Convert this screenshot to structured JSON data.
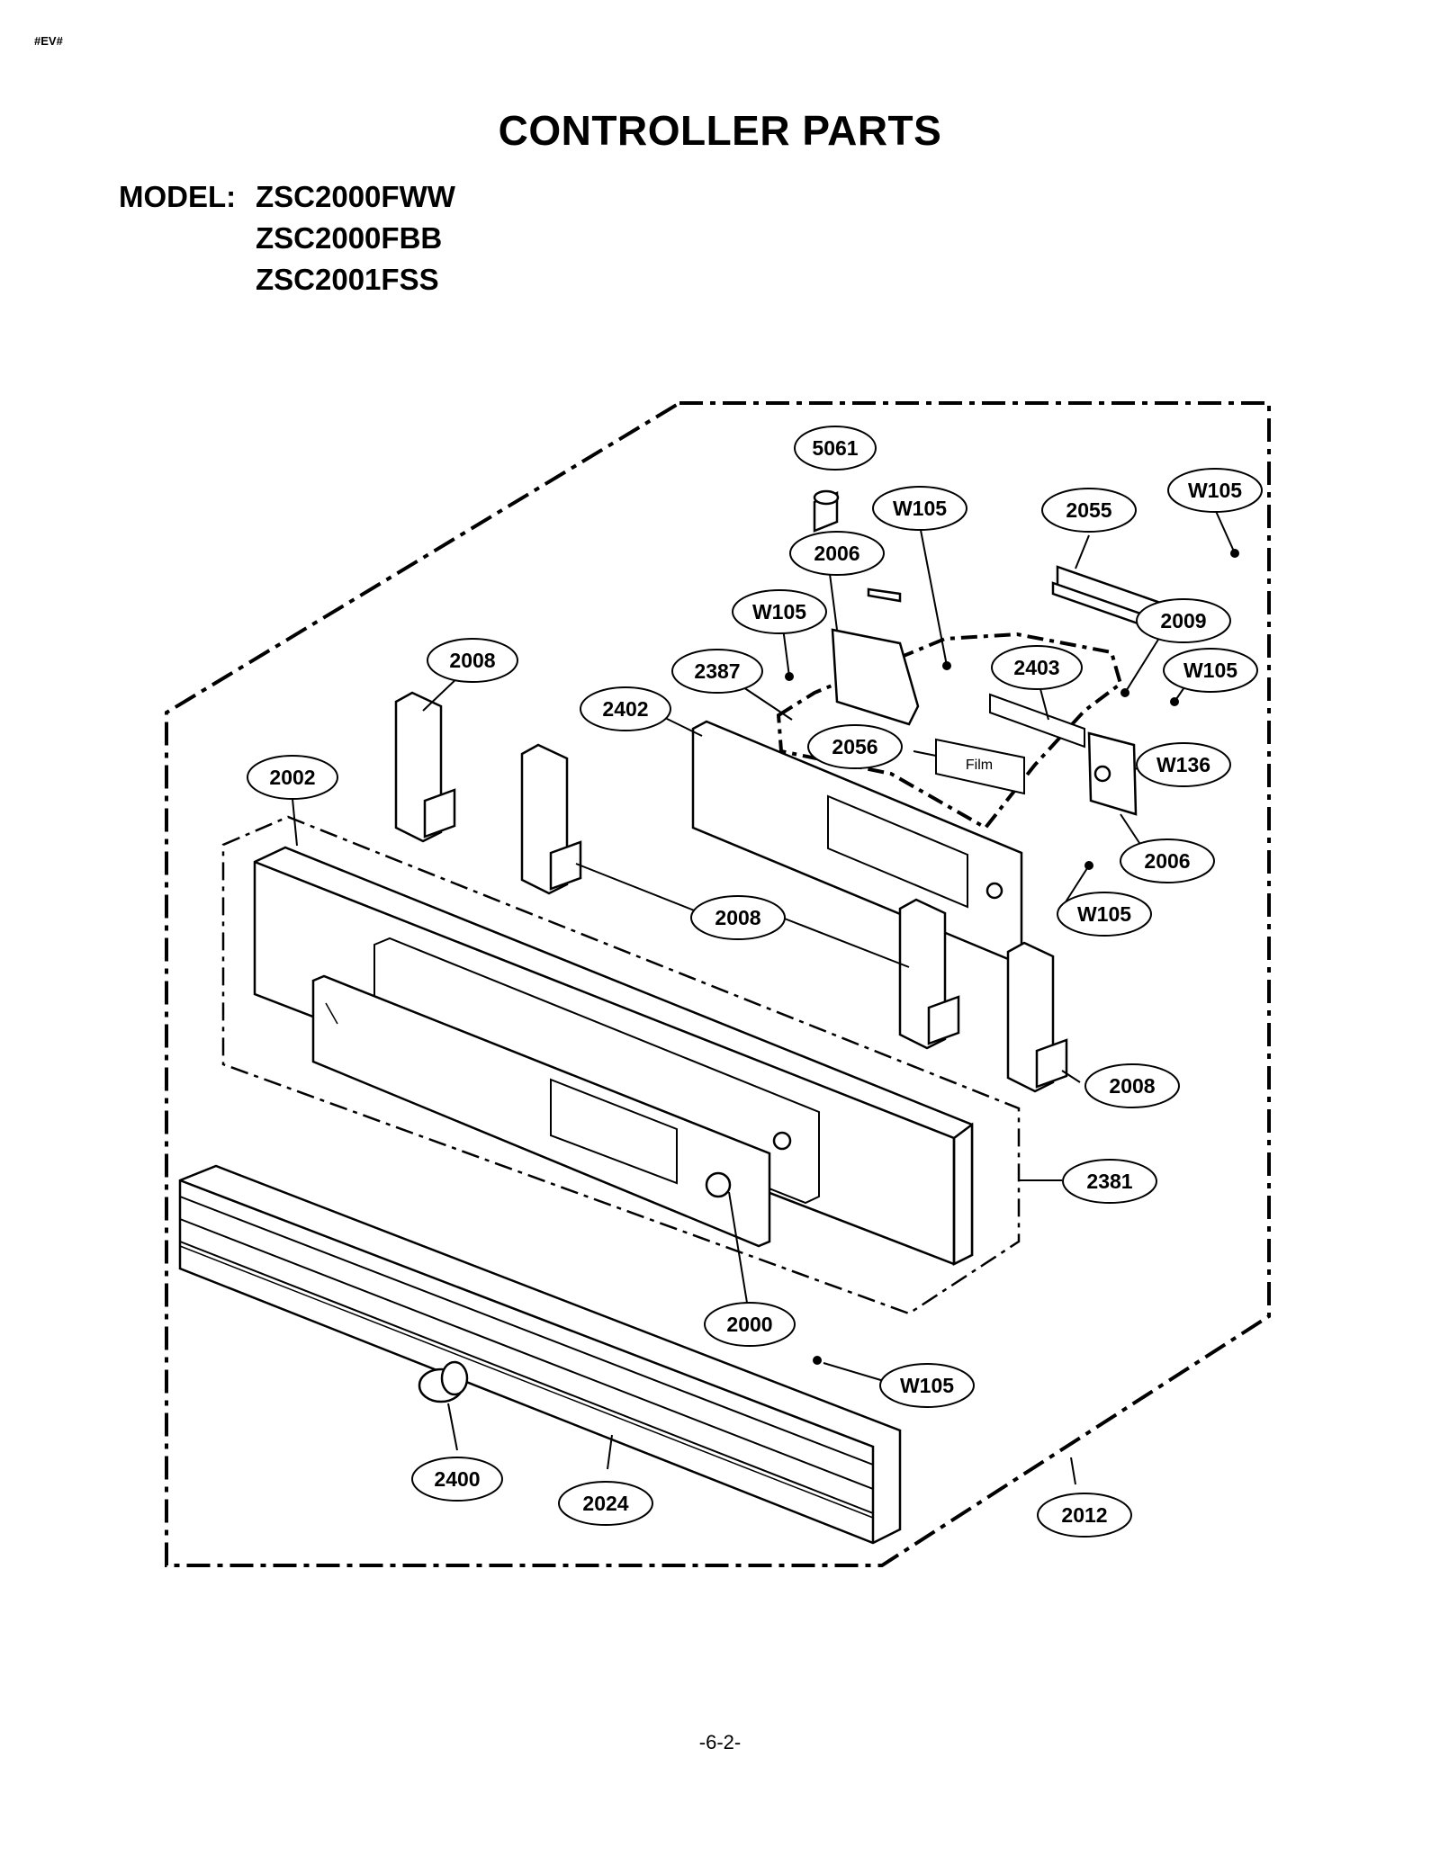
{
  "header": {
    "corner_code": "#EV#"
  },
  "title": "CONTROLLER PARTS",
  "models": {
    "label": "MODEL:",
    "list": [
      "ZSC2000FWW",
      "ZSC2000FBB",
      "ZSC2001FSS"
    ]
  },
  "diagram": {
    "film_label": "Film",
    "callouts": [
      "5061",
      "W105",
      "2055",
      "W105",
      "2006",
      "W105",
      "2009",
      "2008",
      "2387",
      "2403",
      "W105",
      "2402",
      "2056",
      "W136",
      "2002",
      "2006",
      "2008",
      "W105",
      "2008",
      "2381",
      "2000",
      "W105",
      "2400",
      "2024",
      "2012"
    ]
  },
  "footer": {
    "page_number": "-6-2-"
  }
}
